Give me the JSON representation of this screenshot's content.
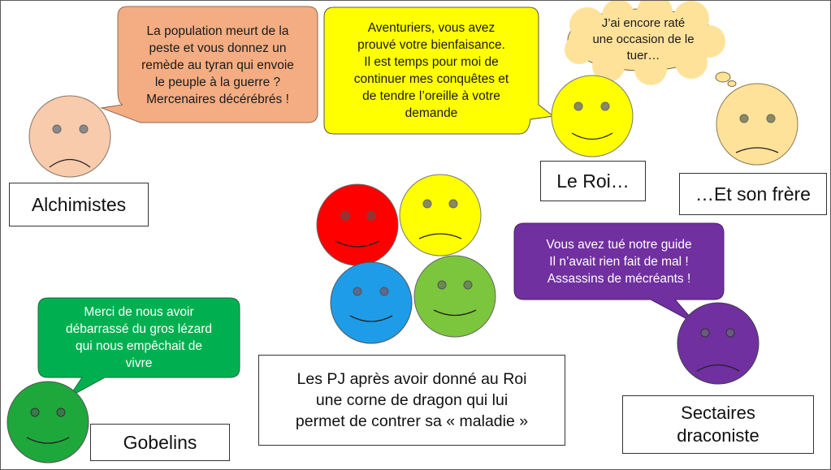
{
  "bubbles": {
    "alchimistes": {
      "lines": [
        "La population meurt de la",
        "peste et vous donnez un",
        "remède au tyran qui envoie",
        "le peuple à la guerre ?",
        "Mercenaires décérébrés !"
      ],
      "color": "#F4AD82"
    },
    "roi": {
      "lines": [
        "Aventuriers, vous avez",
        "prouvé votre bienfaisance.",
        "Il est temps pour moi de",
        "continuer mes conquêtes et",
        "de tendre l’oreille à votre",
        "demande"
      ],
      "color": "#FFFF00"
    },
    "frere": {
      "lines": [
        "J’ai encore raté",
        "une occasion de le",
        "tuer…"
      ],
      "color": "#FFE29A"
    },
    "sectaires": {
      "lines": [
        "Vous avez tué notre guide",
        "Il n’avait rien fait de mal !",
        "Assassins de mécréants !"
      ],
      "color": "#7030A0"
    },
    "gobelins": {
      "lines": [
        "Merci de nous avoir",
        "débarrassé du gros lézard",
        "qui nous empêchait de",
        "vivre"
      ],
      "color": "#00B050"
    }
  },
  "labels": {
    "alchimistes": "Alchimistes",
    "roi": "Le Roi…",
    "frere": "…Et son frère",
    "gobelins": "Gobelins",
    "sectaires": [
      "Sectaires",
      "draconiste"
    ]
  },
  "caption": {
    "lines": [
      "Les PJ après avoir donné au Roi",
      "une corne de dragon qui lui",
      "permet de contrer sa « maladie »"
    ]
  },
  "faces": {
    "alchimistes": {
      "color": "#F8CBAD",
      "mood": "sad"
    },
    "roi": {
      "color": "#FFFF00",
      "mood": "happy"
    },
    "frere": {
      "color": "#FFE29A",
      "mood": "sad"
    },
    "pj_red": {
      "color": "#FF0000",
      "mood": "happy"
    },
    "pj_yellow": {
      "color": "#FFFF00",
      "mood": "sad"
    },
    "pj_blue": {
      "color": "#1E9CE8",
      "mood": "happy"
    },
    "pj_green": {
      "color": "#7CC63D",
      "mood": "happy"
    },
    "sectaires": {
      "color": "#7030A0",
      "mood": "sad"
    },
    "gobelins": {
      "color": "#1EA83C",
      "mood": "happy"
    }
  }
}
